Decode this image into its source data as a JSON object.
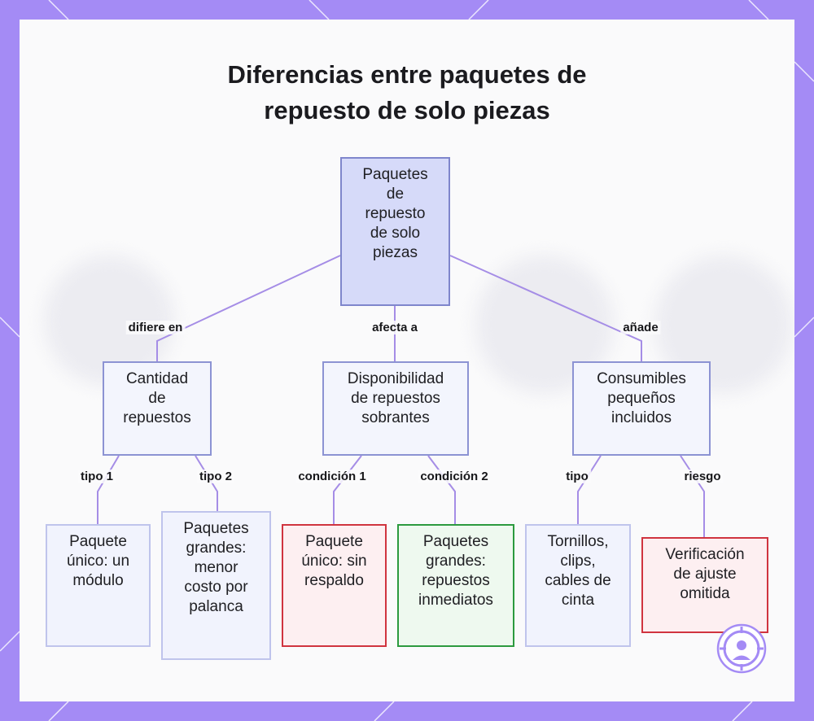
{
  "title": {
    "line1": "Diferencias entre paquetes de",
    "line2": "repuesto de solo piezas"
  },
  "nodes": {
    "root": "Paquetes\nde\nrepuesto\nde solo\npiezas",
    "cantidad": "Cantidad\nde\nrepuestos",
    "disponibilidad": "Disponibilidad\nde repuestos\nsobrantes",
    "consumibles": "Consumibles\npequeños\nincluidos",
    "paquete_unico_modulo": "Paquete\núnico: un\nmódulo",
    "paquetes_grandes_costo": "Paquetes\ngrandes:\nmenor\ncosto por\npalanca",
    "paquete_unico_respaldo": "Paquete\núnico: sin\nrespaldo",
    "paquetes_grandes_inmediatos": "Paquetes\ngrandes:\nrepuestos\ninmediatos",
    "tornillos": "Tornillos,\nclips,\ncables de\ncinta",
    "verificacion": "Verificación\nde ajuste\nomitida"
  },
  "edges": {
    "difiere_en": "difiere en",
    "afecta_a": "afecta a",
    "anade": "añade",
    "tipo_1": "tipo 1",
    "tipo_2": "tipo 2",
    "condicion_1": "condición 1",
    "condicion_2": "condición 2",
    "tipo": "tipo",
    "riesgo": "riesgo"
  },
  "colors": {
    "frame": "#a48bf5",
    "edge": "#a58de6",
    "root_fill": "#d6daf9",
    "red_border": "#d0343f",
    "green_border": "#2c9a3f"
  },
  "icons": [
    "logo-icon"
  ]
}
